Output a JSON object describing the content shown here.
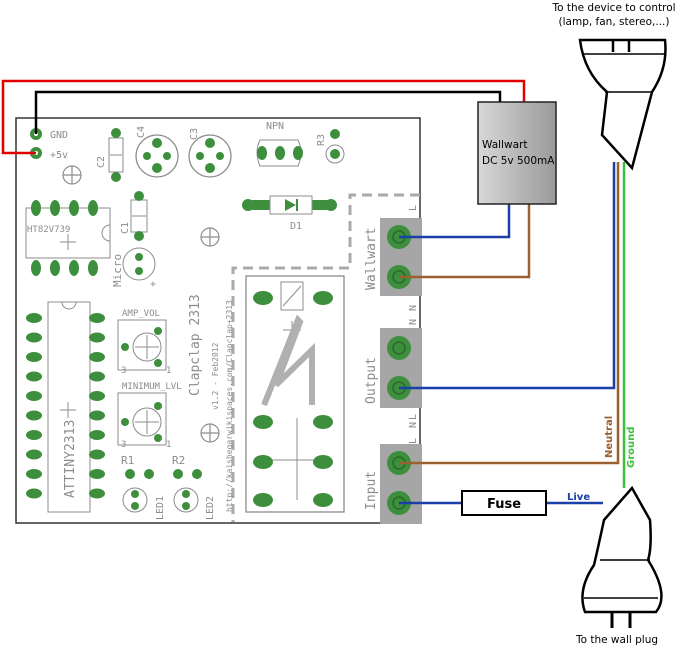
{
  "annotations": {
    "top_right_line1": "To the device to control",
    "top_right_line2": "(lamp, fan, stereo,...)",
    "bottom_right": "To the wall plug"
  },
  "wallwart": {
    "line1": "Wallwart",
    "line2": "DC 5v 500mA"
  },
  "fuse": {
    "label": "Fuse"
  },
  "wire_labels": {
    "live": "Live",
    "neutral": "Neutral",
    "ground": "Ground"
  },
  "board": {
    "gnd": "GND",
    "plus5v": "+5v",
    "c2": "C2",
    "c4": "C4",
    "c3": "C3",
    "npn": "NPN",
    "r3": "R3",
    "ht": "HT82V739",
    "c1": "C1",
    "micro": "Micro",
    "plus": "+",
    "d1": "D1",
    "amp_vol": "AMP_VOL",
    "minimum_lvl": "MINIMUM_LVL",
    "pot1_num3": "3",
    "pot1_num1": "1",
    "pot2_num3": "3",
    "pot2_num1": "1",
    "attiny": "ATTINY2313",
    "r1": "R1",
    "r2": "R2",
    "led1": "LED1",
    "led2": "LED2",
    "title": "Clapclap 2313",
    "version": "v1.2 - Feb2012",
    "url": "http://kaishegarwikispaces.com/Clapclap+2313",
    "wallwart_label": "Wallwart",
    "output_label": "Output",
    "input_label": "Input",
    "l_top": "L",
    "n_mid": "N",
    "n_out": "N",
    "l_out": "L",
    "n_in": "N",
    "l_in": "L"
  },
  "colors": {
    "red": "#e00000",
    "black": "#000000",
    "blue": "#1a3fa8",
    "brown": "#9a6030",
    "green": "#3cc03c",
    "pcb_green": "#3d8f3d",
    "silkscreen": "#8c8c8c",
    "terminal_gray": "#a6a6a6"
  }
}
